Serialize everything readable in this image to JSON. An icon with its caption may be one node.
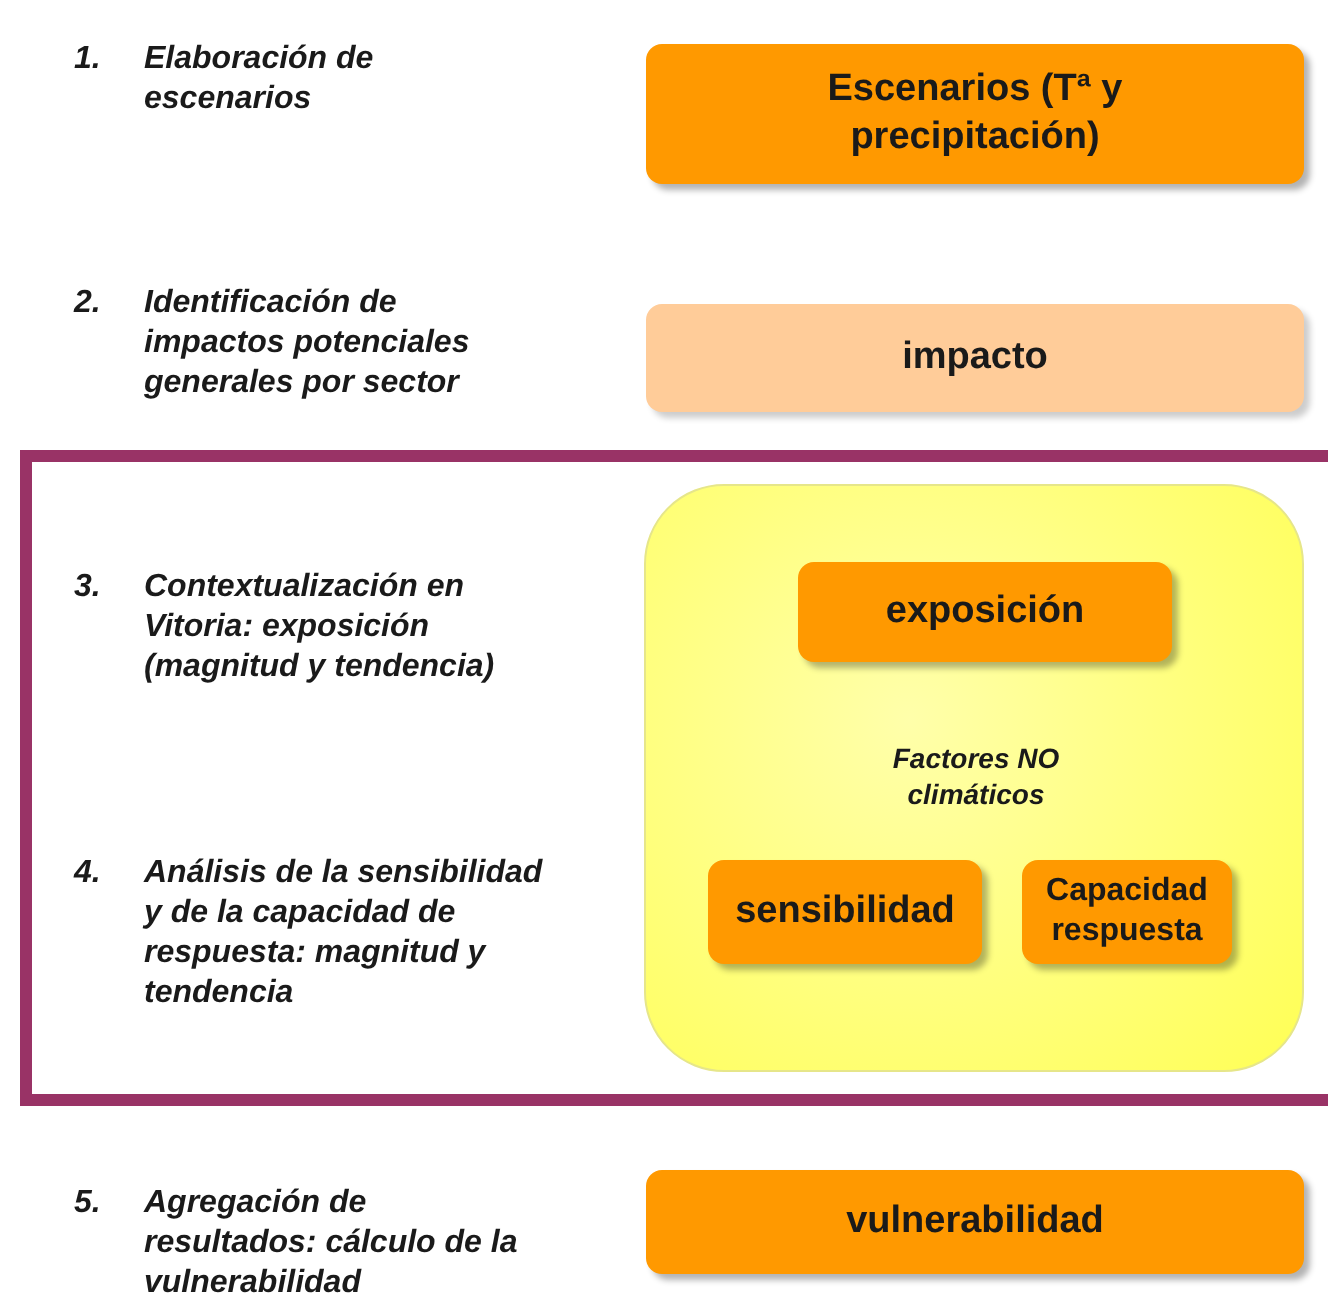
{
  "diagram": {
    "nodes": [
      {
        "text": [
          "Escenarios (Tª y precipitación)"
        ]
      },
      {
        "text": [
          "impacto"
        ]
      },
      {
        "text": [],
        "shape": "box"
      },
      {
        "text": [
          "Factores NO climáticos"
        ],
        "in": 2
      },
      {
        "text": [
          "exposición"
        ],
        "in": 3
      },
      {
        "text": [
          "sensibilidad"
        ],
        "in": 3
      },
      {
        "text": [
          "Capacidad respuesta"
        ],
        "in": 3
      },
      {
        "text": [
          "vulnerabilidad"
        ]
      }
    ],
    "edges": [],
    "labels": [
      "1.",
      "Elaboración de escenarios",
      "2.",
      "Identificación de impactos potenciales generales por sector",
      "3.",
      "Contextualización en Vitoria: exposición (magnitud y tendencia)",
      "4.",
      "Análisis de la sensibilidad y de la capacidad de respuesta: magnitud y tendencia",
      "5.",
      "Agregación de resultados: cálculo de la vulnerabilidad"
    ]
  }
}
